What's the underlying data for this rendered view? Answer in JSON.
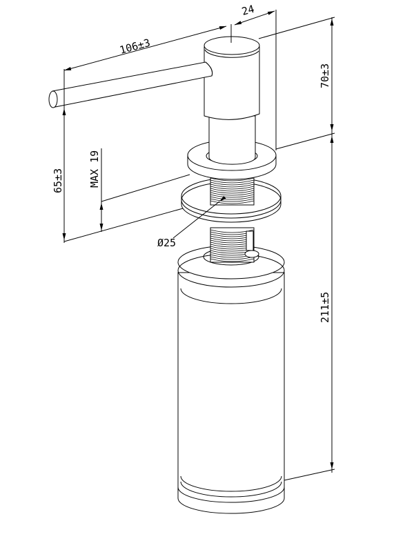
{
  "title": "Soap dispenser dimension drawing",
  "dimensions": {
    "arm_length": "106±3",
    "head_diameter": "24",
    "head_height": "70±3",
    "spout_height": "65±3",
    "max_thickness": "MAX 19",
    "thread_diameter": "Ø25",
    "bottle_length": "211±5"
  },
  "colors": {
    "line": "#000000",
    "background": "#ffffff"
  }
}
